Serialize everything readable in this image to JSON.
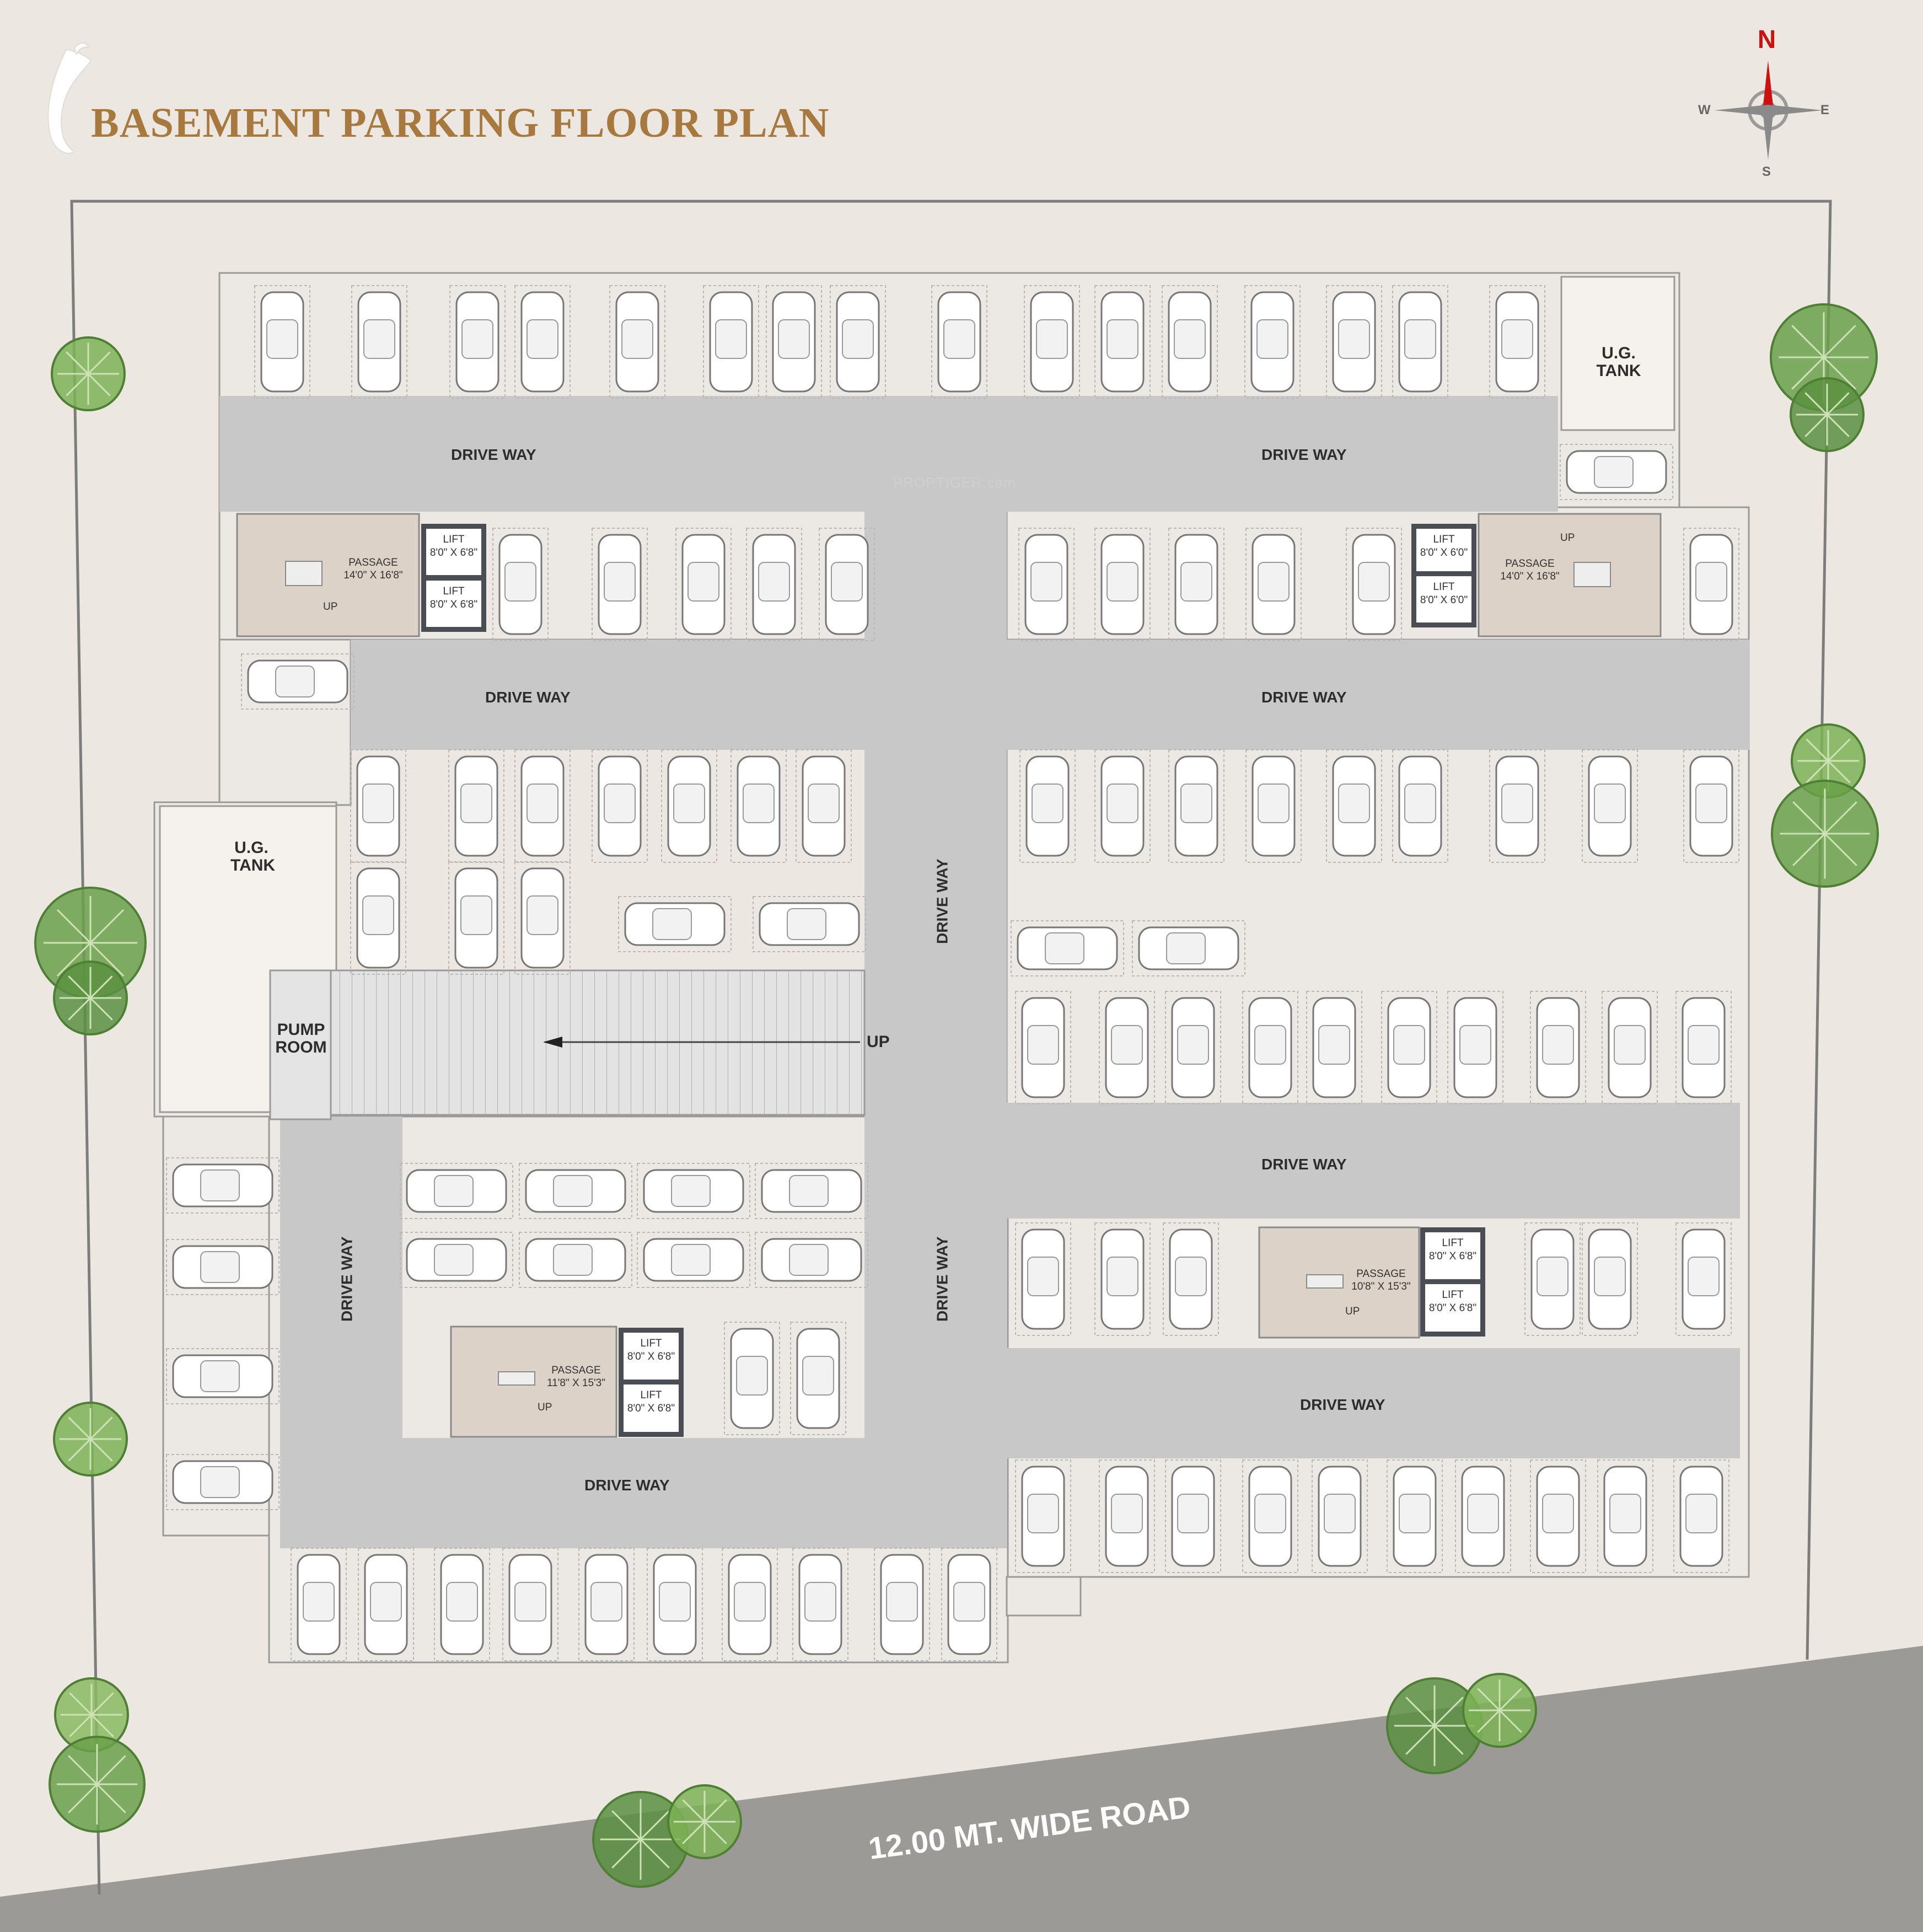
{
  "title": "BASEMENT PARKING FLOOR PLAN",
  "watermark": "PROPTIGER.com",
  "compass": {
    "n": "N",
    "s": "S",
    "e": "E",
    "w": "W"
  },
  "road_label": "12.00 MT. WIDE ROAD",
  "labels": {
    "drive_way": "DRIVE WAY",
    "ug_tank_line1": "U.G.",
    "ug_tank_line2": "TANK",
    "pump_line1": "PUMP",
    "pump_line2": "ROOM",
    "up": "UP",
    "passage": "PASSAGE",
    "lift": "LIFT"
  },
  "passages": {
    "nw": "14'0\" X 16'8\"",
    "ne": "14'0\" X 16'8\"",
    "se": "10'8\" X 15'3\"",
    "sw": "11'8\" X 15'3\""
  },
  "lift_sizes": {
    "nw": "8'0\" X 6'8\"",
    "ne": "8'0\" X 6'0\"",
    "se": "8'0\" X 6'8\"",
    "sw": "8'0\" X 6'8\""
  },
  "colors": {
    "background": "#ece7e0",
    "driveway": "#c8c8c8",
    "parking_floor": "#ece9e4",
    "passage": "#dcd2c8",
    "road": "#9c9a96",
    "title": "#a8793f",
    "lift_border": "#4b4d55",
    "tree": "#6aa04a",
    "north_arrow": "#cc1111"
  }
}
